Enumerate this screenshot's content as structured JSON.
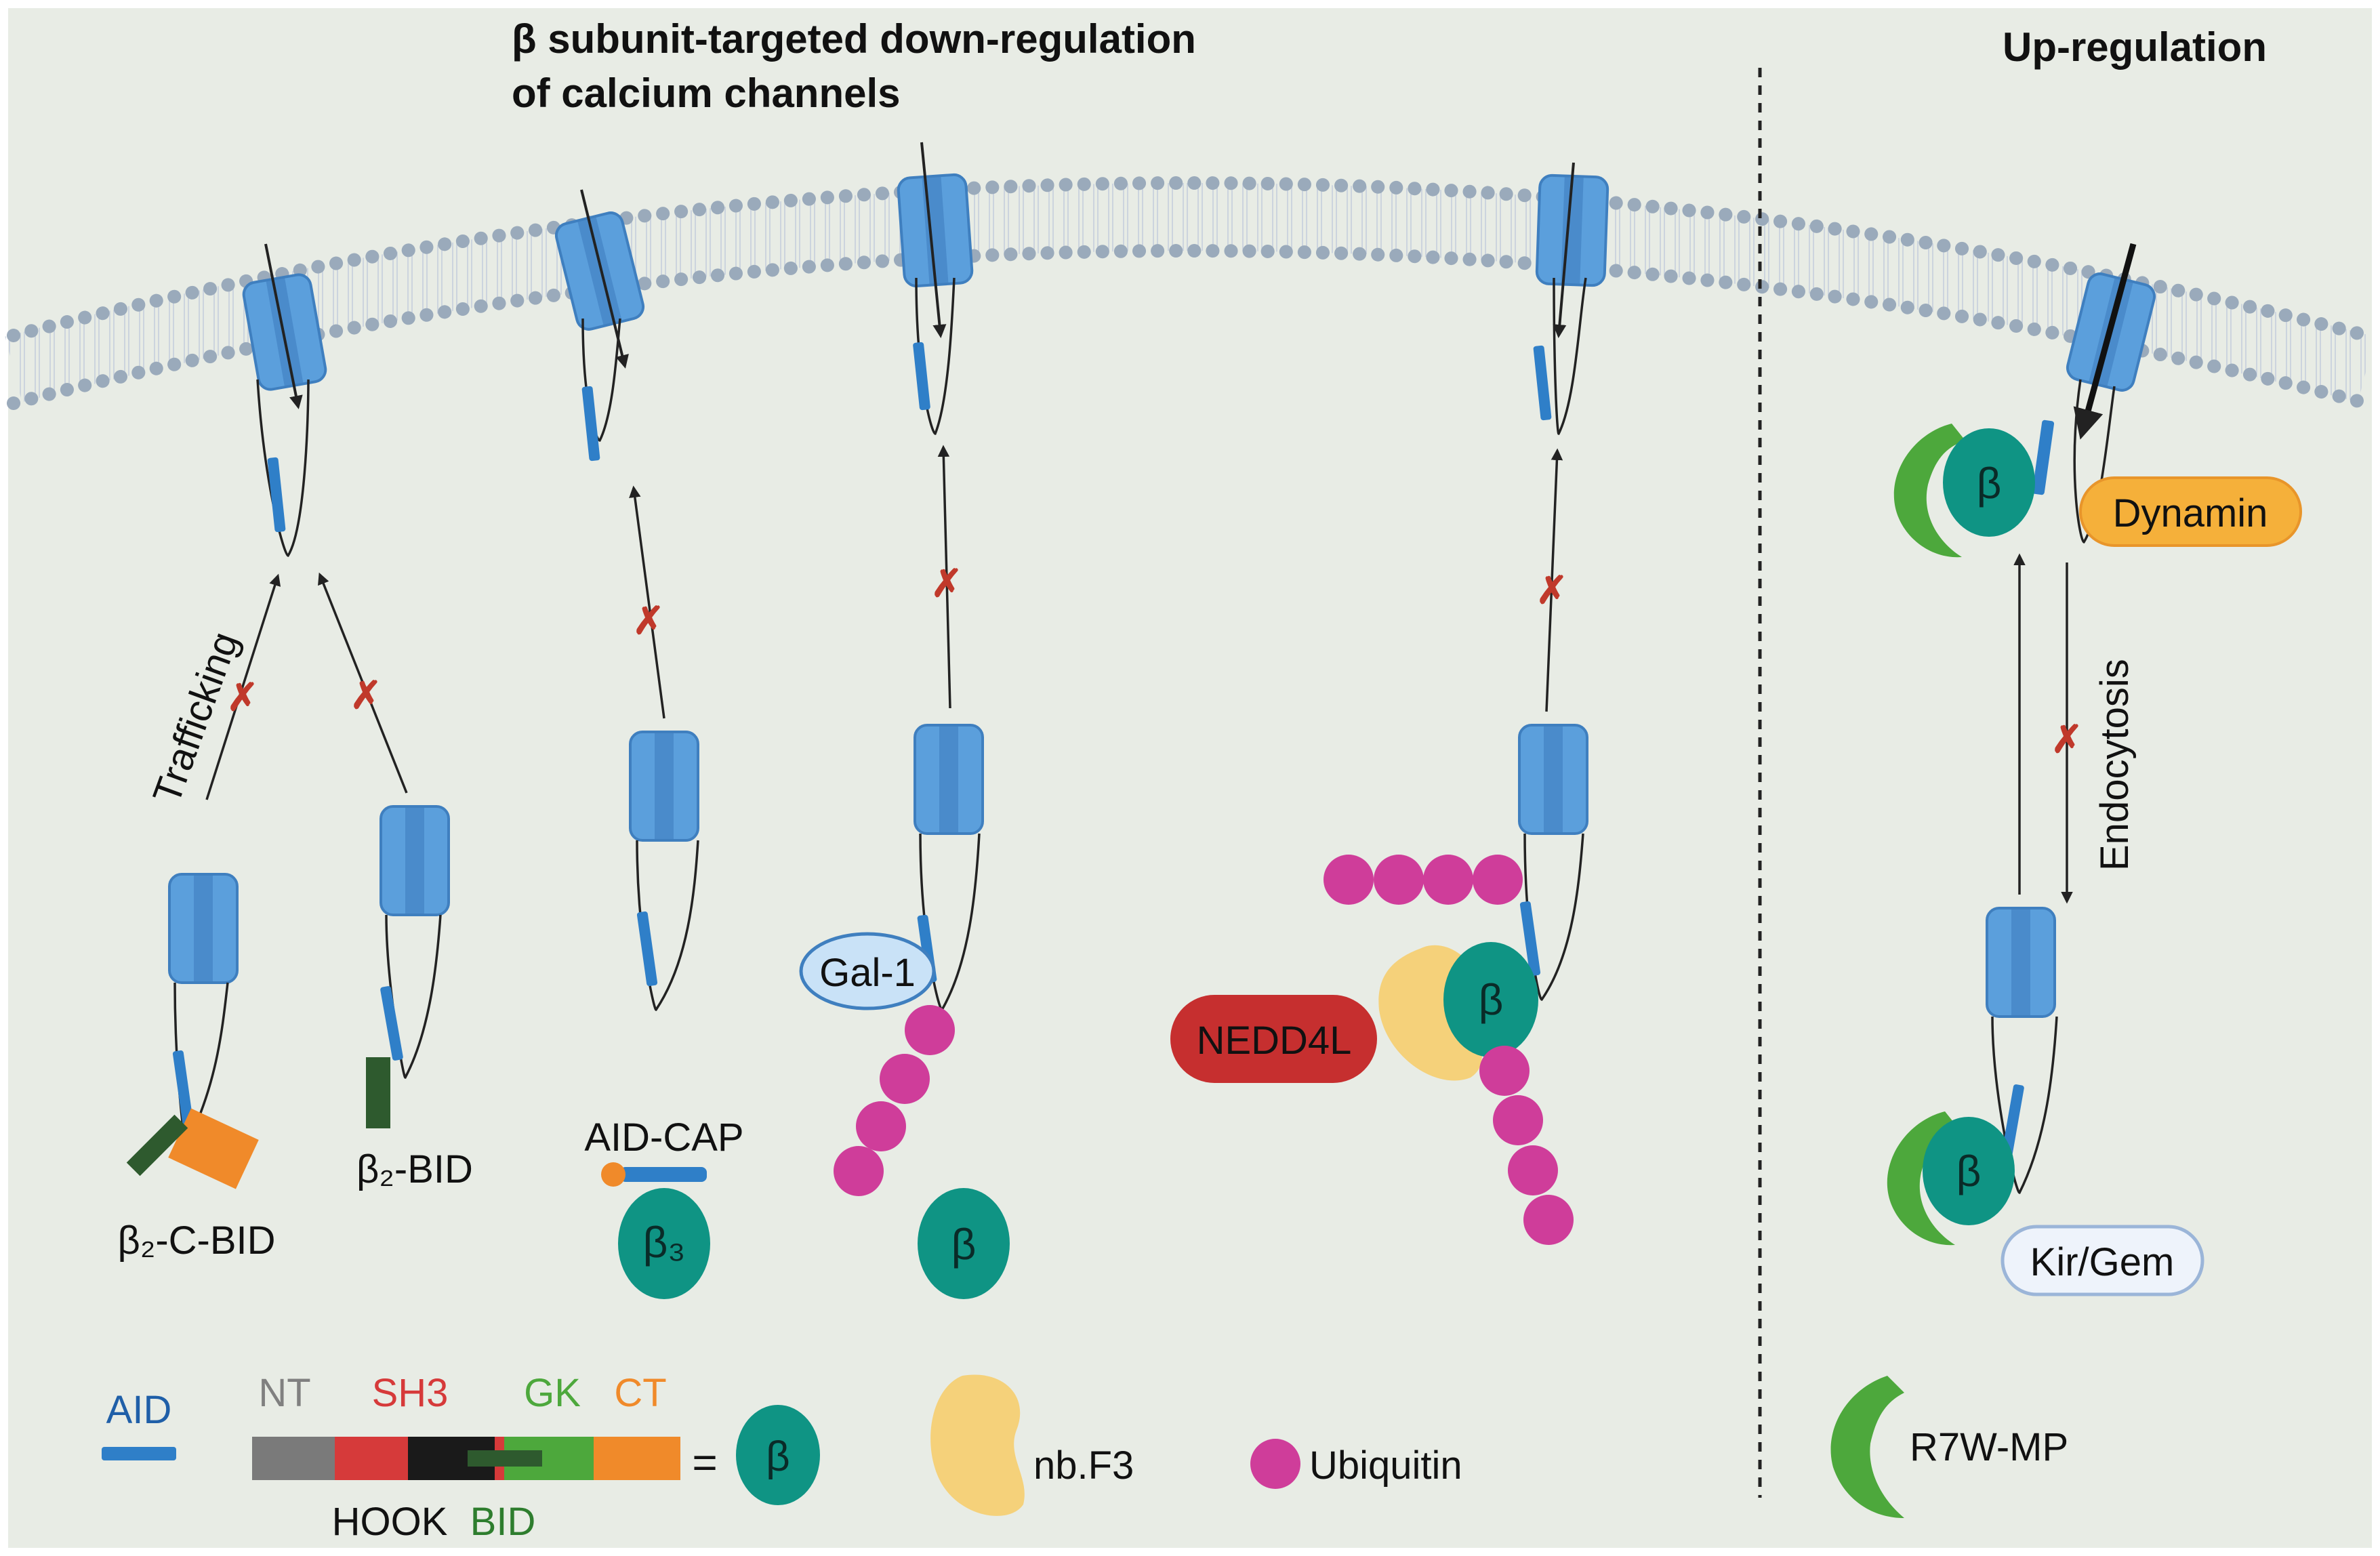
{
  "title": {
    "line1": "β subunit-targeted down-regulation",
    "line2": "of calcium channels"
  },
  "up_title": "Up-regulation",
  "labels": {
    "trafficking": "Trafficking",
    "endocytosis": "Endocytosis",
    "b2cbid": "β₂-C-BID",
    "b2bid": "β₂-BID",
    "aidcap": "AID-CAP",
    "beta3": "β₃",
    "beta": "β",
    "gal1": "Gal-1",
    "nedd4l": "NEDD4L",
    "dynamin": "Dynamin",
    "kirgem": "Kir/Gem"
  },
  "legend": {
    "aid": "AID",
    "nt": "NT",
    "sh3": "SH3",
    "gk": "GK",
    "ct": "CT",
    "hook": "HOOK",
    "bid": "BID",
    "equals": "=",
    "beta": "β",
    "nbf3": "nb.F3",
    "ubiquitin": "Ubiquitin",
    "r7w": "R7W-MP"
  },
  "colors": {
    "background": "#e8ece5",
    "channel": "#5b9fdc",
    "aid": "#2f7fc8",
    "beta": "#0f9484",
    "ubiquitin": "#cf3d9a",
    "nedd4l": "#c62f2f",
    "dynamin": "#f5b03a",
    "nb_f3": "#f5d17a",
    "r7w": "#4da83c",
    "block": "#c0392b"
  }
}
